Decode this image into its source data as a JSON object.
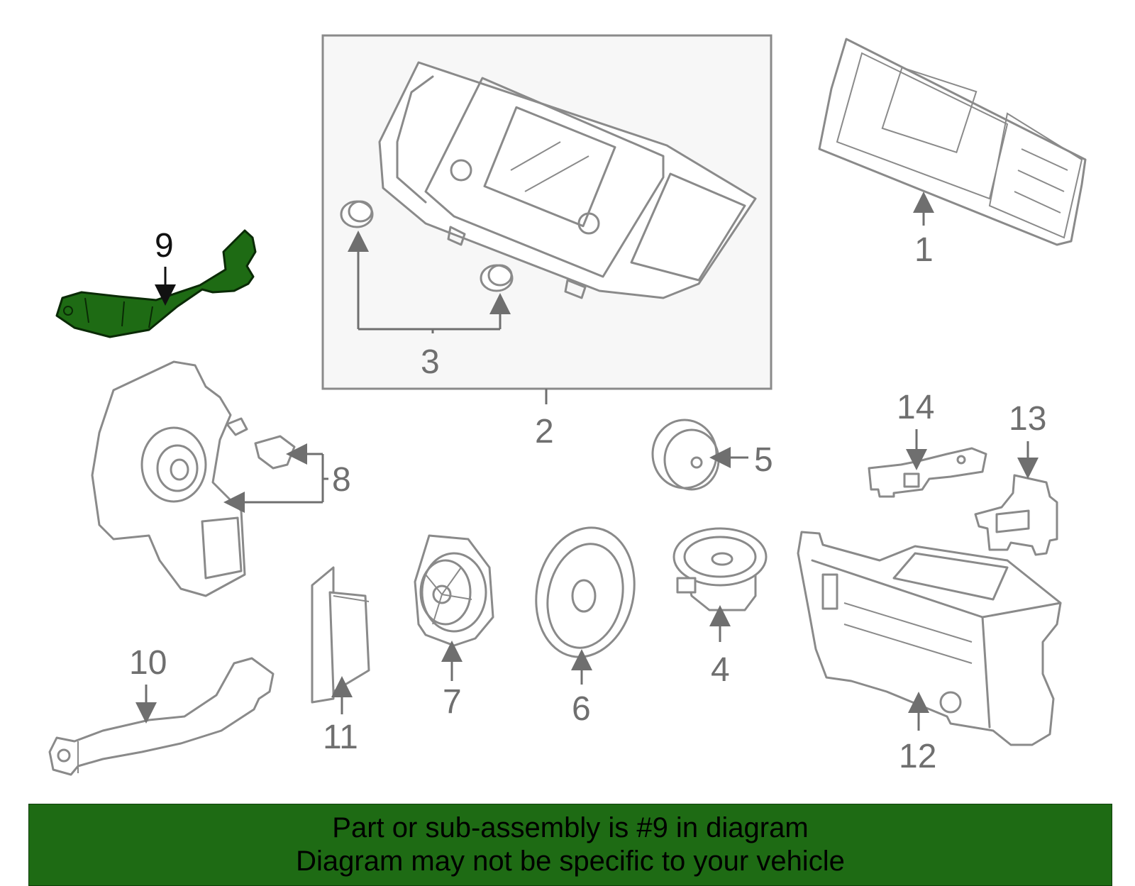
{
  "diagram": {
    "highlight_color": "#1e6b14",
    "line_color": "#8a8a8a",
    "box_fill": "#f7f7f7",
    "callouts": [
      "1",
      "2",
      "3",
      "4",
      "5",
      "6",
      "7",
      "8",
      "9",
      "10",
      "11",
      "12",
      "13",
      "14"
    ],
    "highlighted_callout": "9"
  },
  "banner": {
    "line1": "Part or sub-assembly is #9 in diagram",
    "line2": "Diagram may not be specific to your vehicle",
    "background": "#1e6b14"
  }
}
